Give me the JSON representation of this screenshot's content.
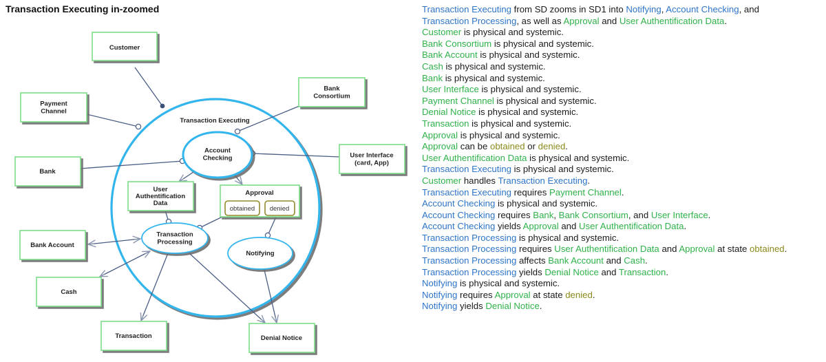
{
  "title": "Transaction Executing in-zoomed",
  "colors": {
    "process": "#2e75c9",
    "object": "#2fb24a",
    "state": "#8b8a1c",
    "process_border": "#33b5ec",
    "object_border": "#7ddc8a",
    "state_border": "#8f8a2a",
    "link": "#4a5d85"
  },
  "diagram": {
    "main_process": "Transaction Executing",
    "subprocesses": {
      "account_checking": "Account Checking",
      "transaction_processing": "Transaction Processing",
      "notifying": "Notifying"
    },
    "objects": {
      "customer": "Customer",
      "payment_channel": "Payment Channel",
      "bank": "Bank",
      "bank_consortium": "Bank Consortium",
      "user_interface": "User Interface (card, App)",
      "user_auth_data": "User Authentification Data",
      "approval": "Approval",
      "bank_account": "Bank Account",
      "cash": "Cash",
      "transaction": "Transaction",
      "denial_notice": "Denial Notice"
    },
    "states": {
      "obtained": "obtained",
      "denied": "denied"
    }
  },
  "opl": [
    [
      {
        "t": "Transaction Executing",
        "c": "proc"
      },
      {
        "t": " from SD zooms in SD1 into "
      },
      {
        "t": "Notifying",
        "c": "proc"
      },
      {
        "t": ", "
      },
      {
        "t": "Account Checking",
        "c": "proc"
      },
      {
        "t": ",  and"
      }
    ],
    [
      {
        "t": "Transaction Processing",
        "c": "proc"
      },
      {
        "t": ", as well as "
      },
      {
        "t": "Approval",
        "c": "obj"
      },
      {
        "t": " and "
      },
      {
        "t": "User Authentification Data",
        "c": "obj"
      },
      {
        "t": "."
      }
    ],
    [
      {
        "t": "Customer",
        "c": "obj"
      },
      {
        "t": " is physical and systemic."
      }
    ],
    [
      {
        "t": "Bank Consortium",
        "c": "obj"
      },
      {
        "t": " is physical and systemic."
      }
    ],
    [
      {
        "t": "Bank Account",
        "c": "obj"
      },
      {
        "t": " is physical and systemic."
      }
    ],
    [
      {
        "t": "Cash",
        "c": "obj"
      },
      {
        "t": " is physical and systemic."
      }
    ],
    [
      {
        "t": "Bank",
        "c": "obj"
      },
      {
        "t": " is physical and systemic."
      }
    ],
    [
      {
        "t": "User Interface",
        "c": "obj"
      },
      {
        "t": " is physical and systemic."
      }
    ],
    [
      {
        "t": "Payment Channel",
        "c": "obj"
      },
      {
        "t": " is physical and systemic."
      }
    ],
    [
      {
        "t": "Denial Notice",
        "c": "obj"
      },
      {
        "t": " is physical and systemic."
      }
    ],
    [
      {
        "t": "Transaction",
        "c": "obj"
      },
      {
        "t": " is physical and systemic."
      }
    ],
    [
      {
        "t": "Approval",
        "c": "obj"
      },
      {
        "t": " is physical and systemic."
      }
    ],
    [
      {
        "t": "Approval",
        "c": "obj"
      },
      {
        "t": " can be "
      },
      {
        "t": "obtained",
        "c": "state"
      },
      {
        "t": " or "
      },
      {
        "t": "denied",
        "c": "state"
      },
      {
        "t": "."
      }
    ],
    [
      {
        "t": "User Authentification Data",
        "c": "obj"
      },
      {
        "t": " is physical and systemic."
      }
    ],
    [
      {
        "t": "Transaction Executing",
        "c": "proc"
      },
      {
        "t": " is physical and systemic."
      }
    ],
    [
      {
        "t": "Customer",
        "c": "obj"
      },
      {
        "t": " handles "
      },
      {
        "t": "Transaction Executing",
        "c": "proc"
      },
      {
        "t": "."
      }
    ],
    [
      {
        "t": "Transaction Executing",
        "c": "proc"
      },
      {
        "t": " requires "
      },
      {
        "t": "Payment Channel",
        "c": "obj"
      },
      {
        "t": "."
      }
    ],
    [
      {
        "t": "Account Checking",
        "c": "proc"
      },
      {
        "t": " is physical and systemic."
      }
    ],
    [
      {
        "t": "Account Checking",
        "c": "proc"
      },
      {
        "t": " requires "
      },
      {
        "t": "Bank",
        "c": "obj"
      },
      {
        "t": ", "
      },
      {
        "t": "Bank Consortium",
        "c": "obj"
      },
      {
        "t": ",  and "
      },
      {
        "t": "User Interface",
        "c": "obj"
      },
      {
        "t": "."
      }
    ],
    [
      {
        "t": "Account Checking",
        "c": "proc"
      },
      {
        "t": " yields "
      },
      {
        "t": "Approval",
        "c": "obj"
      },
      {
        "t": " and "
      },
      {
        "t": "User Authentification Data",
        "c": "obj"
      },
      {
        "t": "."
      }
    ],
    [
      {
        "t": "Transaction Processing",
        "c": "proc"
      },
      {
        "t": " is physical and systemic."
      }
    ],
    [
      {
        "t": "Transaction Processing",
        "c": "proc"
      },
      {
        "t": " requires "
      },
      {
        "t": "User Authentification Data",
        "c": "obj"
      },
      {
        "t": " and "
      },
      {
        "t": "Approval",
        "c": "obj"
      },
      {
        "t": " at state "
      },
      {
        "t": "obtained",
        "c": "state"
      },
      {
        "t": "."
      }
    ],
    [
      {
        "t": "Transaction Processing",
        "c": "proc"
      },
      {
        "t": " affects "
      },
      {
        "t": "Bank Account",
        "c": "obj"
      },
      {
        "t": " and "
      },
      {
        "t": "Cash",
        "c": "obj"
      },
      {
        "t": "."
      }
    ],
    [
      {
        "t": "Transaction Processing",
        "c": "proc"
      },
      {
        "t": " yields "
      },
      {
        "t": "Denial Notice",
        "c": "obj"
      },
      {
        "t": " and "
      },
      {
        "t": "Transaction",
        "c": "obj"
      },
      {
        "t": "."
      }
    ],
    [
      {
        "t": "Notifying",
        "c": "proc"
      },
      {
        "t": " is physical and systemic."
      }
    ],
    [
      {
        "t": "Notifying",
        "c": "proc"
      },
      {
        "t": " requires "
      },
      {
        "t": "Approval",
        "c": "obj"
      },
      {
        "t": " at state "
      },
      {
        "t": "denied",
        "c": "state"
      },
      {
        "t": "."
      }
    ],
    [
      {
        "t": "Notifying",
        "c": "proc"
      },
      {
        "t": " yields "
      },
      {
        "t": "Denial Notice",
        "c": "obj"
      },
      {
        "t": "."
      }
    ]
  ]
}
